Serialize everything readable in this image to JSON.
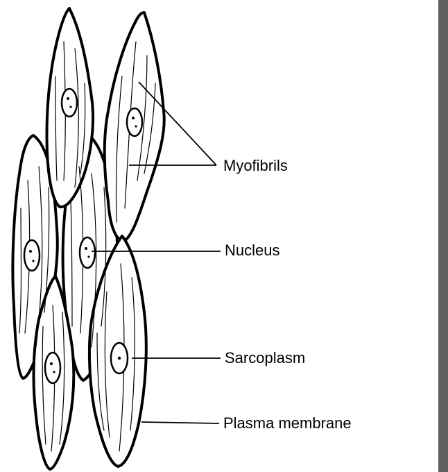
{
  "labels": {
    "myofibrils": "Myofibrils",
    "nucleus": "Nucleus",
    "sarcoplasm": "Sarcoplasm",
    "plasma_membrane": "Plasma membrane"
  },
  "colors": {
    "ink": "#000000",
    "background": "#ffffff",
    "side_bar": "#606060"
  }
}
